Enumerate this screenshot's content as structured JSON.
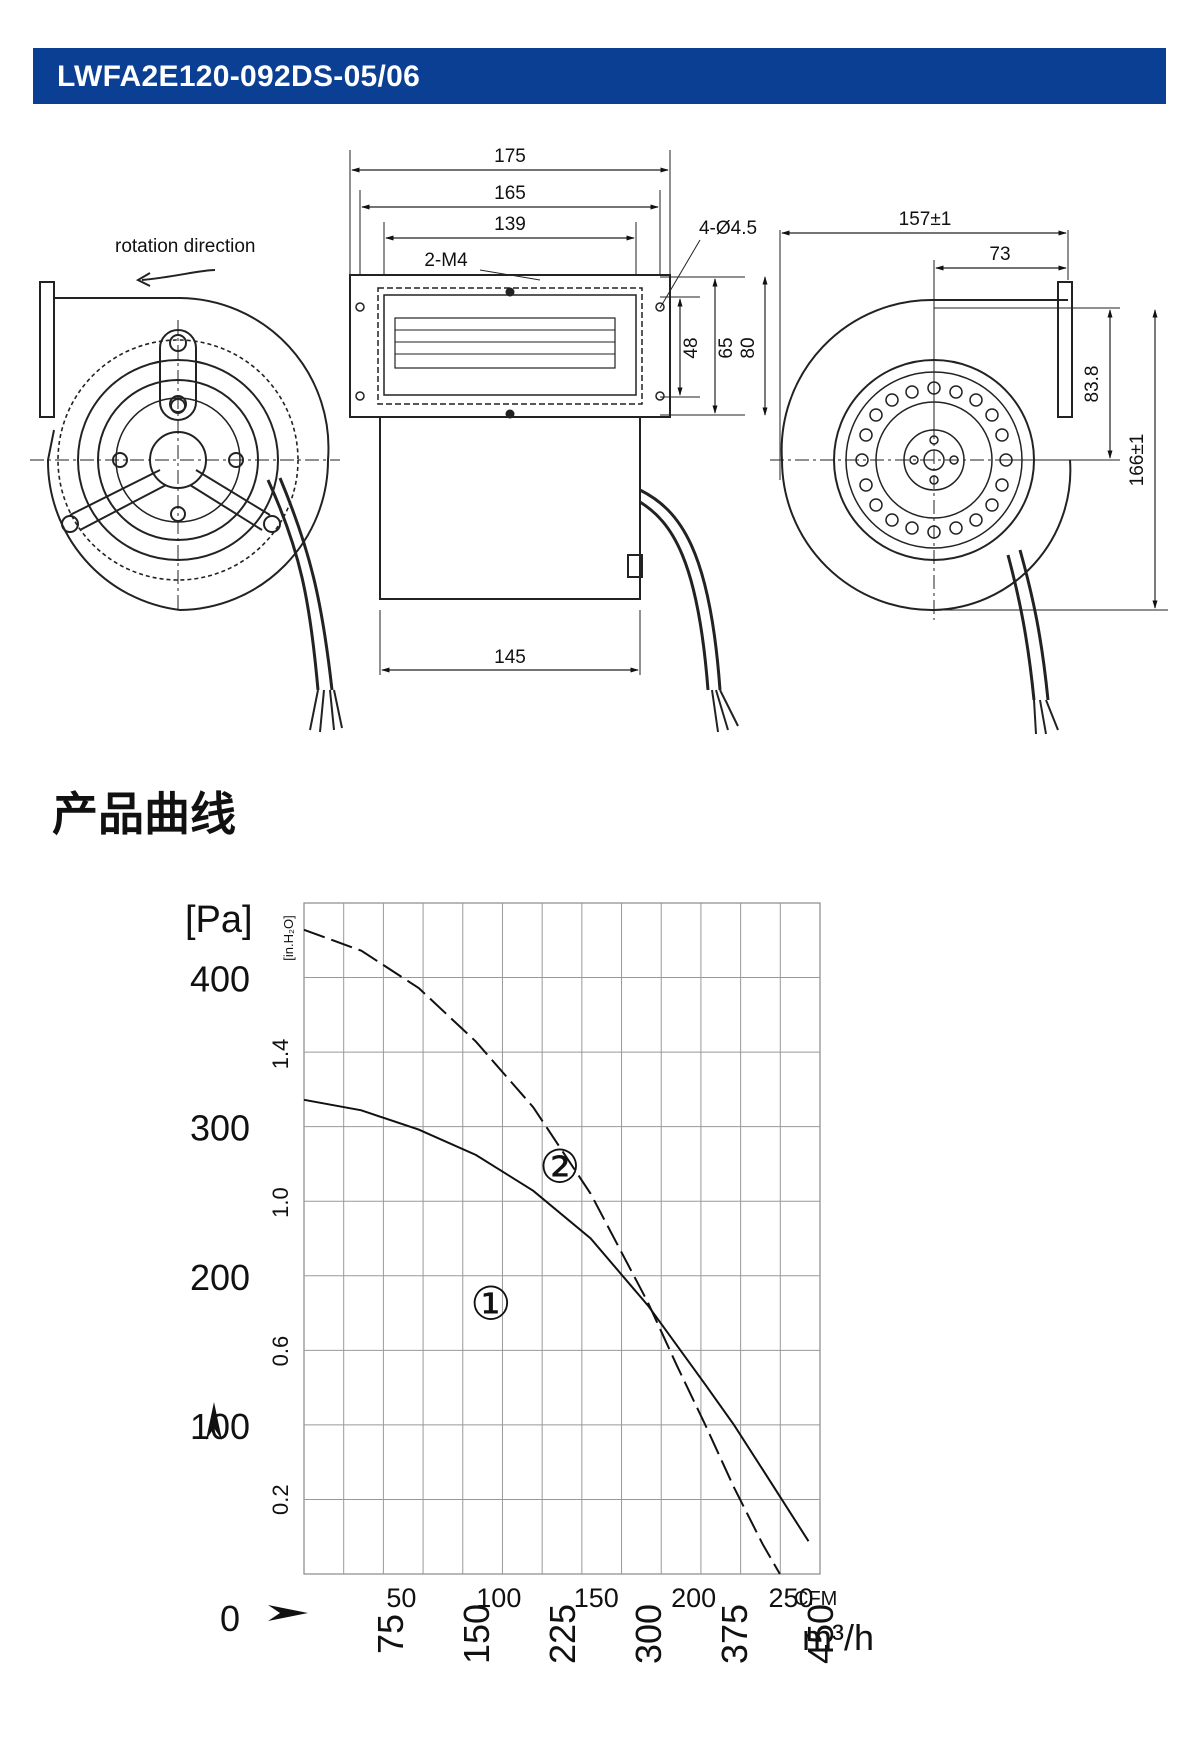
{
  "header": {
    "title": "LWFA2E120-092DS-05/06",
    "bg_color": "#0a3f93"
  },
  "drawing": {
    "rotation_label": "rotation direction",
    "dims": {
      "d175": "175",
      "d165": "165",
      "d139": "139",
      "d2m4": "2-M4",
      "d4hole": "4-Ø4.5",
      "d48": "48",
      "d65": "65",
      "d80": "80",
      "d145": "145",
      "d157": "157±1",
      "d73": "73",
      "d838": "83.8",
      "d166": "166±1"
    }
  },
  "section": {
    "title": "产品曲线"
  },
  "chart_data": {
    "type": "line",
    "y_unit": "[Pa]",
    "y2_unit": "[in.H₂O]",
    "y_ticks": [
      "0",
      "100",
      "200",
      "300",
      "400"
    ],
    "y2_ticks": [
      "0.2",
      "0.6",
      "1.0",
      "1.4"
    ],
    "x_ticks_cfm": [
      "50",
      "100",
      "150",
      "200",
      "250"
    ],
    "x_unit_cfm": "CFM",
    "x_ticks_m3h": [
      "75",
      "150",
      "225",
      "300",
      "375",
      "450"
    ],
    "x_unit_m3h": "m³/h",
    "xlim_m3h": [
      0,
      450
    ],
    "ylim_pa": [
      0,
      450
    ],
    "series": [
      {
        "name": "①",
        "style": "solid",
        "x": [
          0,
          50,
          100,
          150,
          200,
          250,
          300,
          350,
          375,
          400,
          440
        ],
        "y": [
          318,
          311,
          298,
          281,
          257,
          225,
          180,
          127,
          100,
          70,
          22
        ]
      },
      {
        "name": "②",
        "style": "dashed",
        "x": [
          0,
          50,
          100,
          150,
          200,
          250,
          300,
          325,
          350,
          375,
          400,
          415
        ],
        "y": [
          432,
          418,
          393,
          357,
          313,
          255,
          182,
          140,
          100,
          58,
          20,
          0
        ]
      }
    ]
  }
}
